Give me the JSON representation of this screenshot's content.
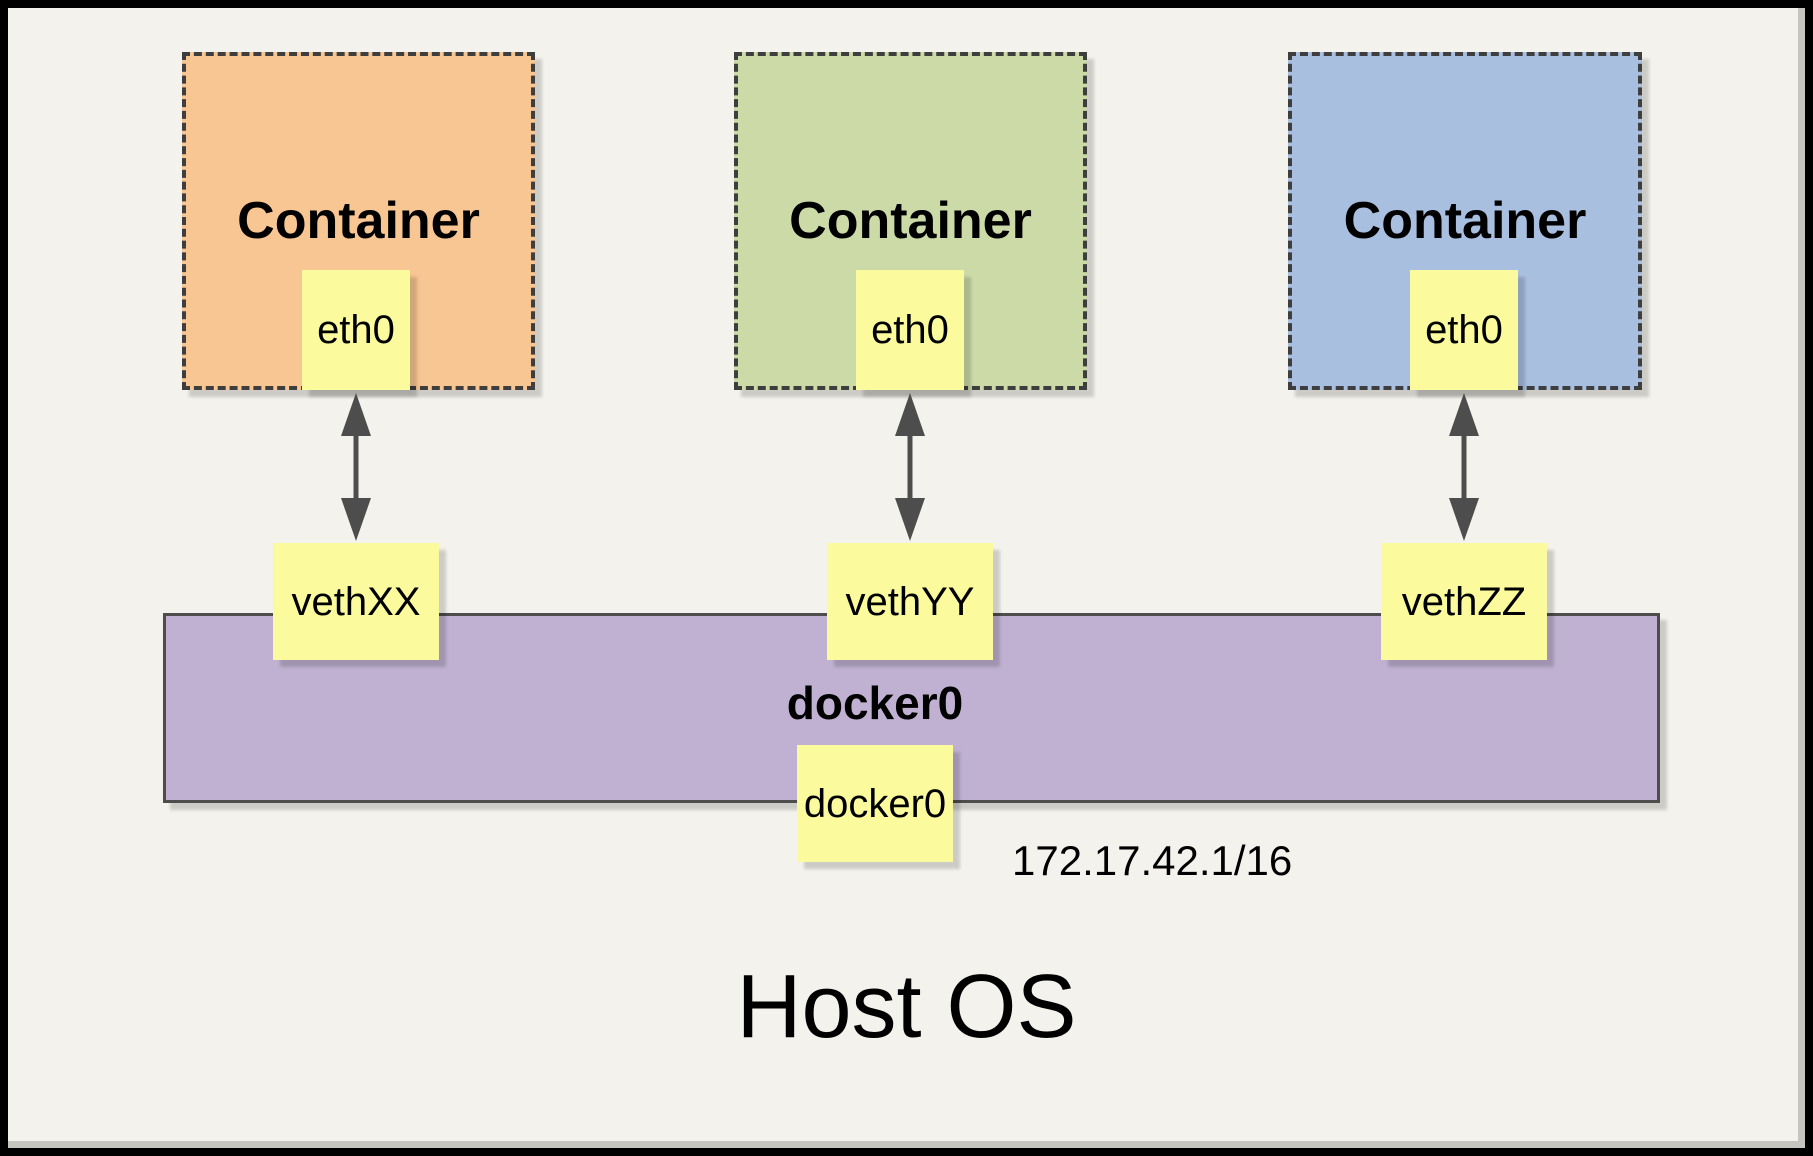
{
  "diagram": {
    "containers": [
      {
        "label": "Container",
        "interface": "eth0",
        "veth": "vethXX",
        "fill": "#F8C692"
      },
      {
        "label": "Container",
        "interface": "eth0",
        "veth": "vethYY",
        "fill": "#CCDAA7"
      },
      {
        "label": "Container",
        "interface": "eth0",
        "veth": "vethZZ",
        "fill": "#A9BFE0"
      }
    ],
    "bridge": {
      "name": "docker0",
      "interface": "docker0",
      "ip": "172.17.42.1/16",
      "fill": "#C0B1D2"
    },
    "host": {
      "label": "Host OS"
    }
  },
  "colors": {
    "bg": "#F4F2EC",
    "frame": "#000000",
    "orange": "#F8C692",
    "green": "#CCDAA7",
    "blue": "#A9BFE0",
    "yellow": "#FBFB9E",
    "purple": "#C0B1D2",
    "line": "#4D4D4D",
    "dash": "#3E3E3E"
  }
}
